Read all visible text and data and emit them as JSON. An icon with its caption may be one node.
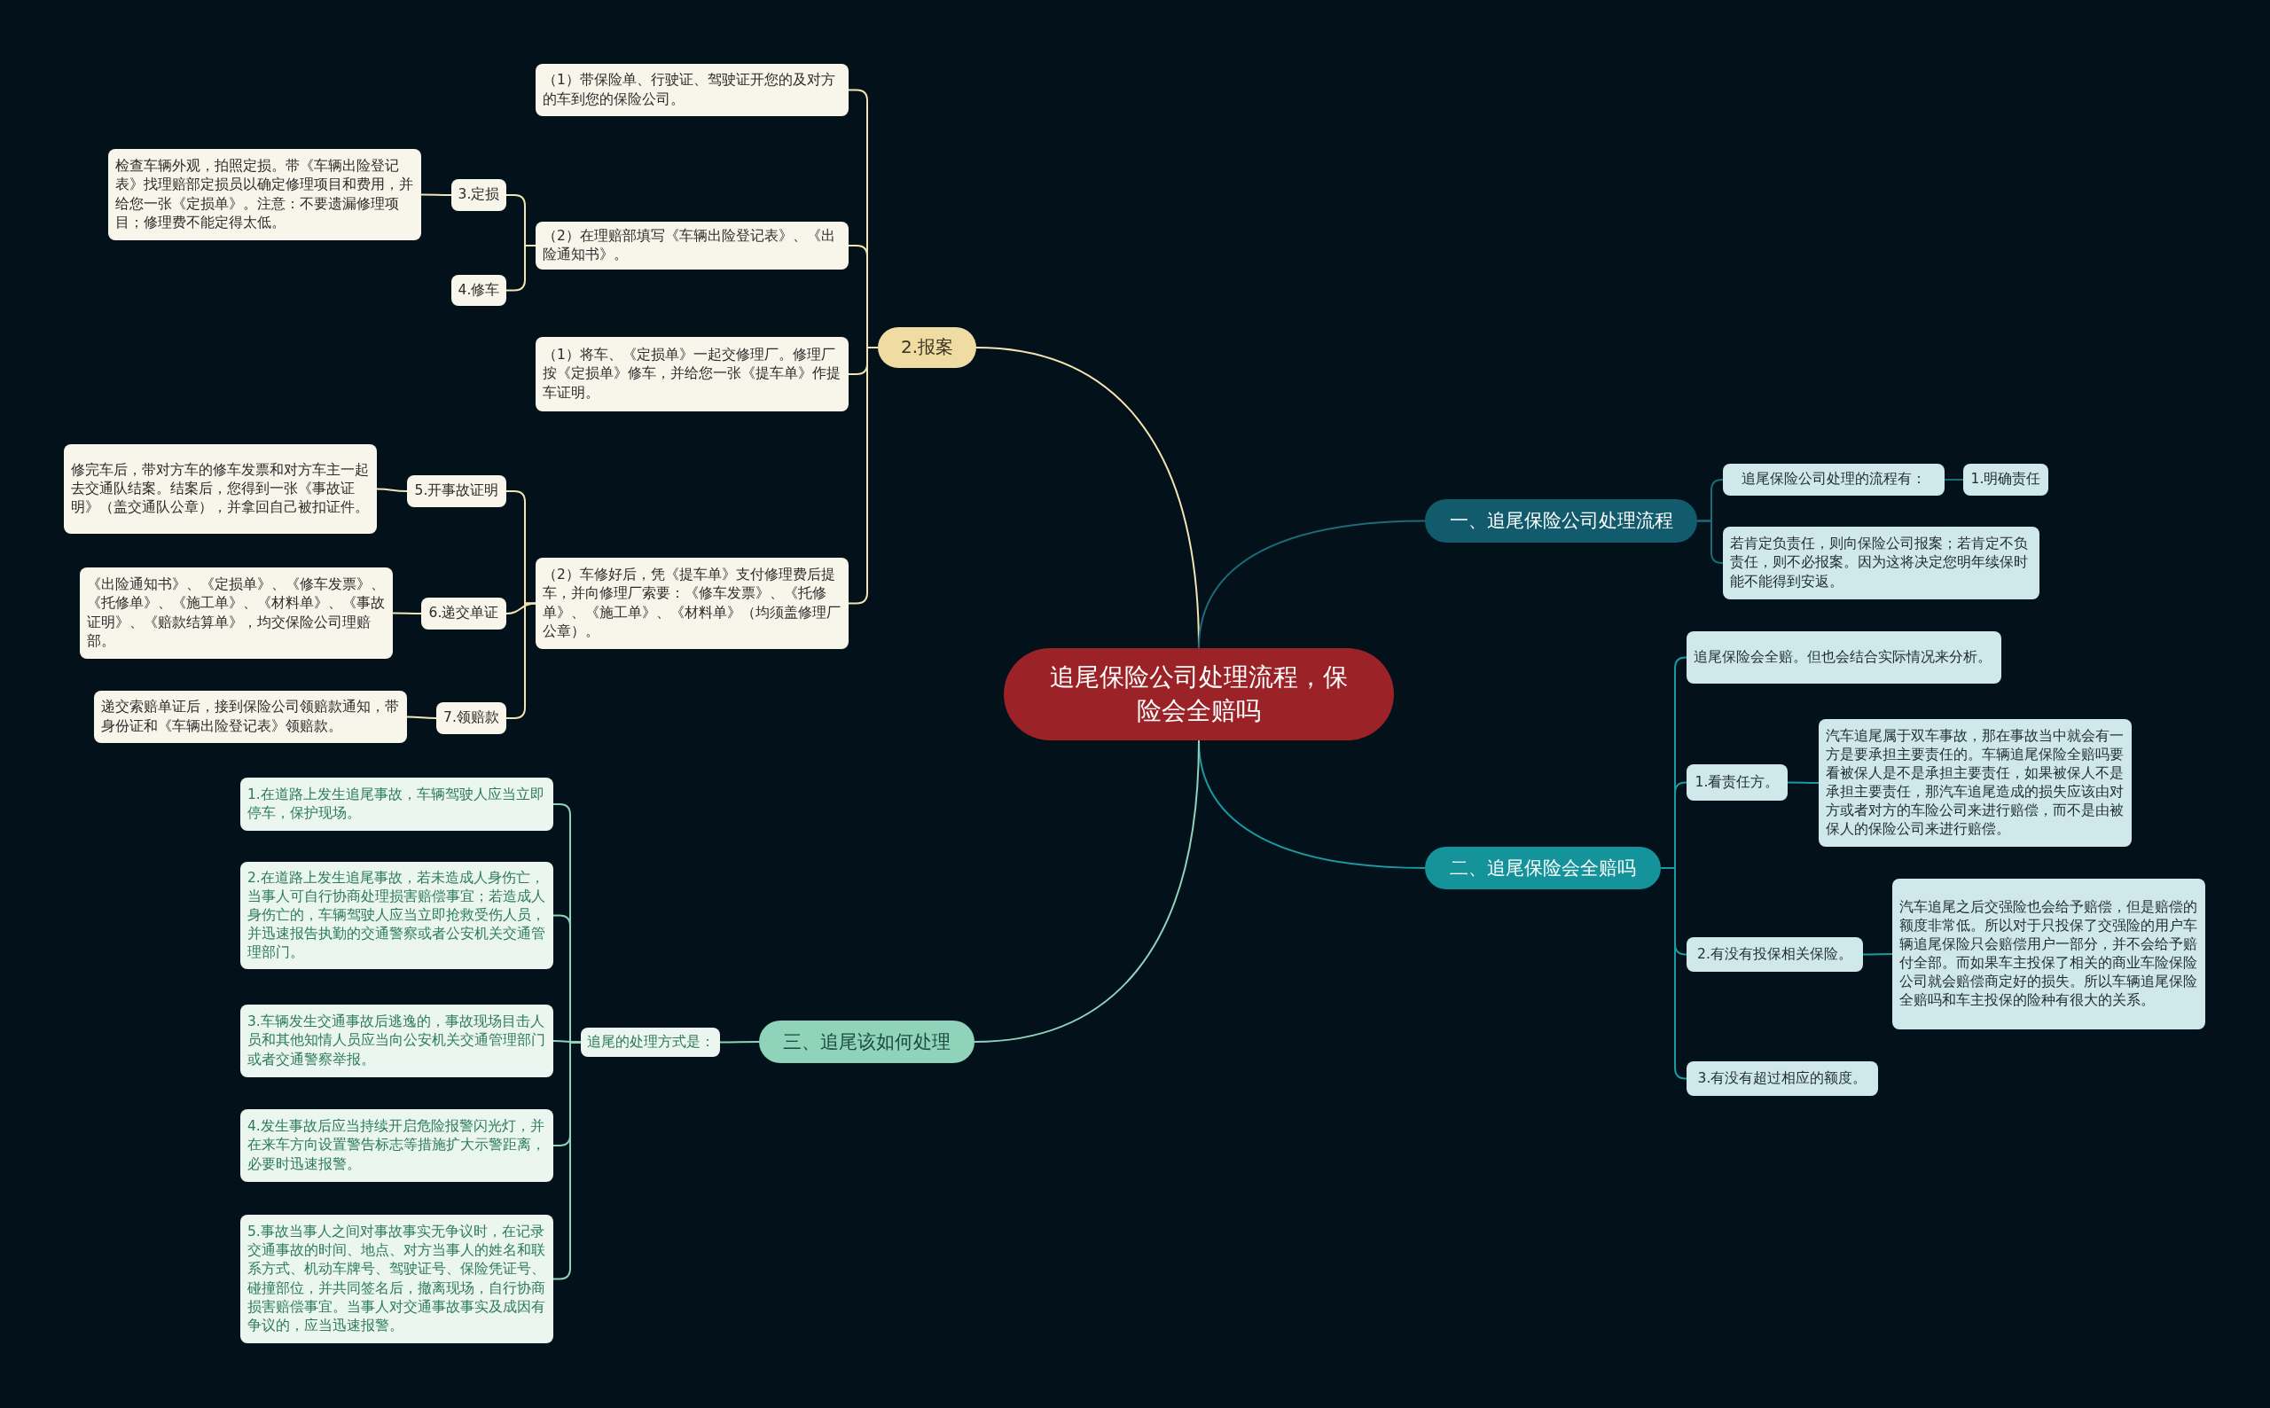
{
  "diagram": {
    "nodes": [
      {
        "text": [
          "追尾保险公司处理流程，保险会全赔吗"
        ]
      },
      {
        "text": [
          "2.报案"
        ]
      },
      {
        "text": [
          "一、追尾保险公司处理流程"
        ]
      },
      {
        "text": [
          "二、追尾保险会全赔吗"
        ]
      },
      {
        "text": [
          "三、追尾该如何处理"
        ]
      },
      {
        "text": [
          "（1）带保险单、行驶证、驾驶证开您的及对方的车到您的保险公司。"
        ]
      },
      {
        "text": [
          "（2）在理赔部填写《车辆出险登记表》、《出险通知书》。"
        ]
      },
      {
        "text": [
          "3.定损"
        ]
      },
      {
        "text": [
          "检查车辆外观，拍照定损。带《车辆出险登记表》找理赔部定损员以确定修理项目和费用，并给您一张《定损单》。注意：不要遗漏修理项目；修理费不能定得太低。"
        ]
      },
      {
        "text": [
          "4.修车"
        ]
      },
      {
        "text": [
          "（1）将车、《定损单》一起交修理厂。修理厂按《定损单》修车，并给您一张《提车单》作提车证明。"
        ]
      },
      {
        "text": [
          "（2）车修好后，凭《提车单》支付修理费后提车，并向修理厂索要：《修车发票》、《托修单》、《施工单》、《材料单》（均须盖修理厂公章）。"
        ]
      },
      {
        "text": [
          "5.开事故证明"
        ]
      },
      {
        "text": [
          "修完车后，带对方车的修车发票和对方车主一起去交通队结案。结案后，您得到一张《事故证明》（盖交通队公章），并拿回自己被扣证件。"
        ]
      },
      {
        "text": [
          "6.递交单证"
        ]
      },
      {
        "text": [
          "《出险通知书》、《定损单》、《修车发票》、《托修单》、《施工单》、《材料单》、《事故证明》、《赔款结算单》，均交保险公司理赔部。"
        ]
      },
      {
        "text": [
          "7.领赔款"
        ]
      },
      {
        "text": [
          "递交索赔单证后，接到保险公司领赔款通知，带身份证和《车辆出险登记表》领赔款。"
        ]
      },
      {
        "text": [
          "追尾保险公司处理的流程有："
        ]
      },
      {
        "text": [
          "1.明确责任"
        ]
      },
      {
        "text": [
          "若肯定负责任，则向保险公司报案；若肯定不负责任，则不必报案。因为这将决定您明年续保时能不能得到安返。"
        ]
      },
      {
        "text": [
          "追尾保险会全赔。但也会结合实际情况来分析。"
        ]
      },
      {
        "text": [
          "1.看责任方。"
        ]
      },
      {
        "text": [
          "汽车追尾属于双车事故，那在事故当中就会有一方是要承担主要责任的。车辆追尾保险全赔吗要看被保人是不是承担主要责任，如果被保人不是承担主要责任，那汽车追尾造成的损失应该由对方或者对方的车险公司来进行赔偿，而不是由被保人的保险公司来进行赔偿。"
        ]
      },
      {
        "text": [
          "2.有没有投保相关保险。"
        ]
      },
      {
        "text": [
          "汽车追尾之后交强险也会给予赔偿，但是赔偿的额度非常低。所以对于只投保了交强险的用户车辆追尾保险只会赔偿用户一部分，并不会给予赔付全部。而如果车主投保了相关的商业车险保险公司就会赔偿商定好的损失。所以车辆追尾保险全赔吗和车主投保的险种有很大的关系。"
        ]
      },
      {
        "text": [
          "3.有没有超过相应的额度。"
        ]
      },
      {
        "text": [
          "追尾的处理方式是："
        ]
      },
      {
        "text": [
          "1.在道路上发生追尾事故，车辆驾驶人应当立即停车，保护现场。"
        ]
      },
      {
        "text": [
          "2.在道路上发生追尾事故，若未造成人身伤亡，当事人可自行协商处理损害赔偿事宜；若造成人身伤亡的，车辆驾驶人应当立即抢救受伤人员，并迅速报告执勤的交通警察或者公安机关交通管理部门。"
        ]
      },
      {
        "text": [
          "3.车辆发生交通事故后逃逸的，事故现场目击人员和其他知情人员应当向公安机关交通管理部门或者交通警察举报。"
        ]
      },
      {
        "text": [
          "4.发生事故后应当持续开启危险报警闪光灯，并在来车方向设置警告标志等措施扩大示警距离，必要时迅速报警。"
        ]
      },
      {
        "text": [
          "5.事故当事人之间对事故事实无争议时，在记录交通事故的时间、地点、对方当事人的姓名和联系方式、机动车牌号、驾驶证号、保险凭证号、碰撞部位，并共同签名后，撤离现场，自行协商损害赔偿事宜。当事人对交通事故事实及成因有争议的，应当迅速报警。"
        ]
      }
    ],
    "edges": [
      {
        "from": 0,
        "to": 1,
        "arrow": "none"
      },
      {
        "from": 0,
        "to": 2,
        "arrow": "none",
        "color": "#1d6a7a"
      },
      {
        "from": 0,
        "to": 3,
        "arrow": "none",
        "color": "#179aa0"
      },
      {
        "from": 0,
        "to": 4,
        "arrow": "none",
        "color": "#8fd3bb"
      },
      {
        "from": 1,
        "to": 5,
        "arrow": "none"
      },
      {
        "from": 1,
        "to": 6,
        "arrow": "none"
      },
      {
        "from": 1,
        "to": 10,
        "arrow": "none"
      },
      {
        "from": 1,
        "to": 11,
        "arrow": "none"
      },
      {
        "from": 6,
        "to": 7,
        "arrow": "none"
      },
      {
        "from": 6,
        "to": 9,
        "arrow": "none"
      },
      {
        "from": 7,
        "to": 8,
        "arrow": "none"
      },
      {
        "from": 11,
        "to": 12,
        "arrow": "none"
      },
      {
        "from": 11,
        "to": 14,
        "arrow": "none"
      },
      {
        "from": 11,
        "to": 16,
        "arrow": "none"
      },
      {
        "from": 12,
        "to": 13,
        "arrow": "none"
      },
      {
        "from": 14,
        "to": 15,
        "arrow": "none"
      },
      {
        "from": 16,
        "to": 17,
        "arrow": "none"
      },
      {
        "from": 2,
        "to": 18,
        "arrow": "none",
        "color": "#1d6a7a"
      },
      {
        "from": 2,
        "to": 20,
        "arrow": "none",
        "color": "#1d6a7a"
      },
      {
        "from": 18,
        "to": 19,
        "arrow": "none",
        "color": "#1d6a7a"
      },
      {
        "from": 3,
        "to": 21,
        "arrow": "none",
        "color": "#179aa0"
      },
      {
        "from": 3,
        "to": 22,
        "arrow": "none",
        "color": "#179aa0"
      },
      {
        "from": 3,
        "to": 24,
        "arrow": "none",
        "color": "#179aa0"
      },
      {
        "from": 3,
        "to": 26,
        "arrow": "none",
        "color": "#179aa0"
      },
      {
        "from": 22,
        "to": 23,
        "arrow": "none",
        "color": "#179aa0"
      },
      {
        "from": 24,
        "to": 25,
        "arrow": "none",
        "color": "#179aa0"
      },
      {
        "from": 4,
        "to": 27,
        "arrow": "none",
        "color": "#8fd3bb"
      },
      {
        "from": 27,
        "to": 28,
        "arrow": "none",
        "color": "#8fd3bb"
      },
      {
        "from": 27,
        "to": 29,
        "arrow": "none",
        "color": "#8fd3bb"
      },
      {
        "from": 27,
        "to": 30,
        "arrow": "none",
        "color": "#8fd3bb"
      },
      {
        "from": 27,
        "to": 31,
        "arrow": "none",
        "color": "#8fd3bb"
      },
      {
        "from": 27,
        "to": 32,
        "arrow": "none",
        "color": "#8fd3bb"
      }
    ]
  }
}
